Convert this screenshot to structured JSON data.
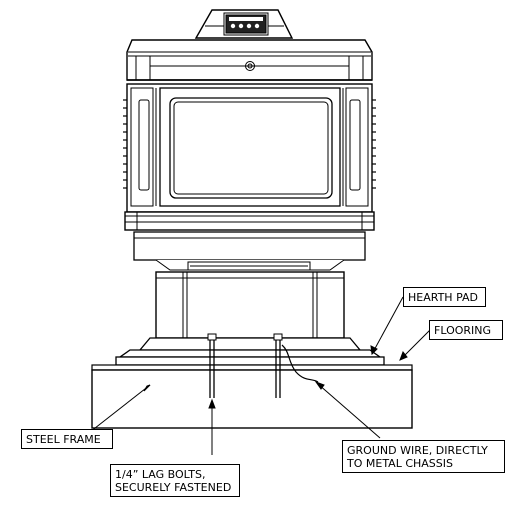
{
  "labels": {
    "hearth_pad": "HEARTH PAD",
    "flooring": "FLOORING",
    "steel_frame": "STEEL FRAME",
    "ground_wire_line1": "GROUND WIRE, DIRECTLY",
    "ground_wire_line2": "TO METAL CHASSIS",
    "lag_bolts_line1": "1/4” LAG BOLTS,",
    "lag_bolts_line2": "SECURELY FASTENED"
  },
  "colors": {
    "line": "#000000",
    "fill": "#ffffff",
    "control_dark": "#1a1a1a"
  }
}
